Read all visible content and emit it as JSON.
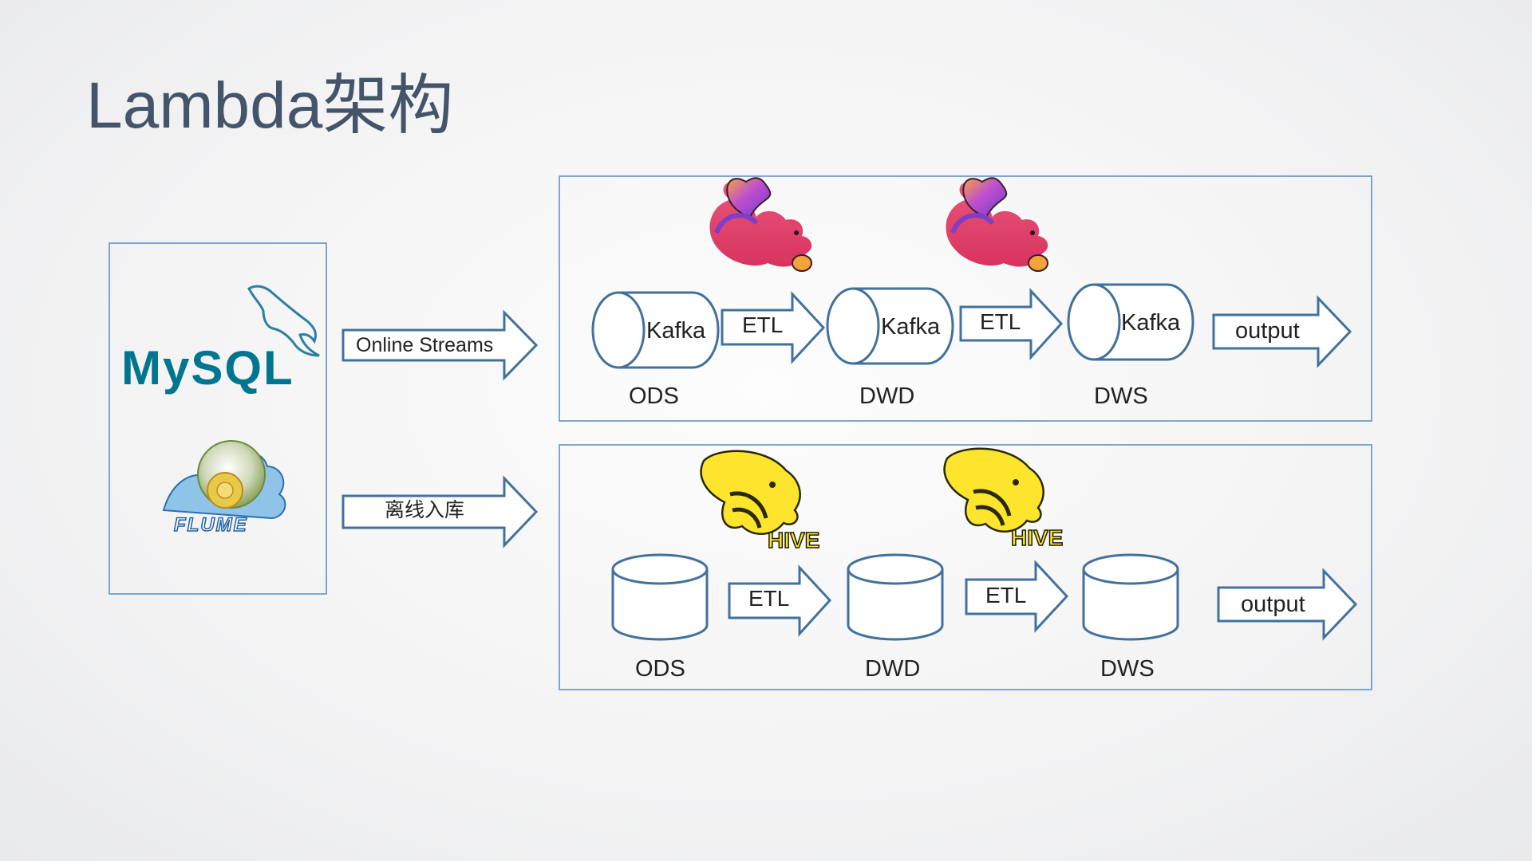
{
  "title": "Lambda架构",
  "sources": {
    "mysql_logo_text": "MySQL",
    "flume_logo_text": "FLUME"
  },
  "arrows": {
    "online_streams": "Online Streams",
    "offline_ingest": "离线入库"
  },
  "streaming": {
    "engine_logo": "flink-squirrel-icon",
    "store_label": "Kafka",
    "layers": [
      "ODS",
      "DWD",
      "DWS"
    ],
    "etl_label": "ETL",
    "output_label": "output"
  },
  "batch": {
    "engine_logo": "hive-icon",
    "logo_text": "HIVE",
    "layers": [
      "ODS",
      "DWD",
      "DWS"
    ],
    "etl_label": "ETL",
    "output_label": "output"
  },
  "colors": {
    "outline": "#41719c",
    "title": "#44546a",
    "panel_border": "#5b8bbd"
  }
}
